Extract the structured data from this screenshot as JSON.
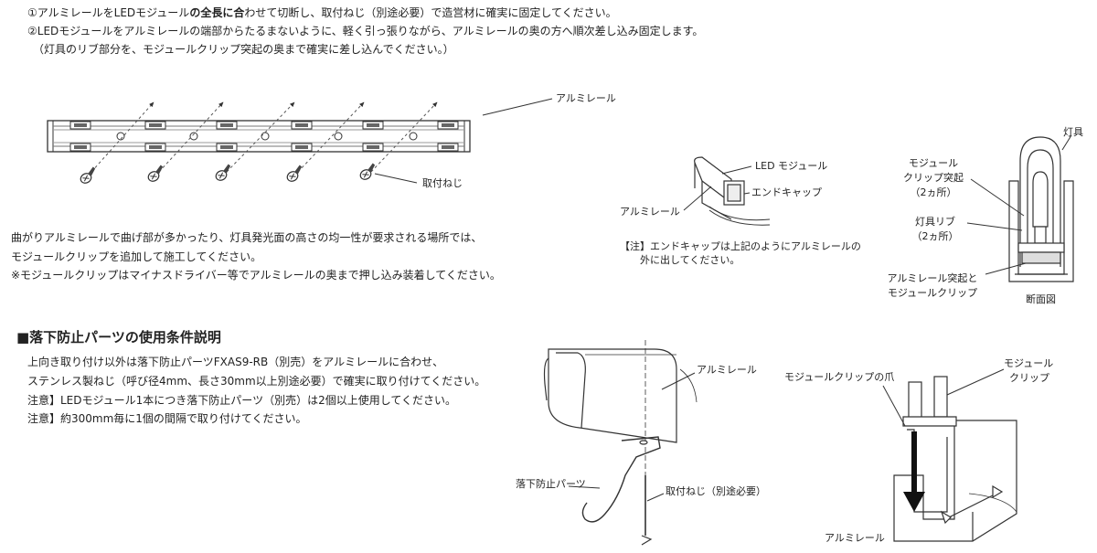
{
  "instructions": {
    "line1_a": "①アルミレールをLEDモジュール",
    "line1_b": "の全長に合",
    "line1_c": "わせて切断し、取付ねじ（別途必要）で造営材に確実に固定してください。",
    "line2": "②LEDモジュールをアルミレールの端部からたるまないように、軽く引っ張りながら、アルミレールの奥の方へ順次差し込み固定します。",
    "line3": "（灯具のリブ部分を、モジュールクリップ突起の奥まで確実に差し込んでください。）"
  },
  "rail_figure": {
    "rail_label": "アルミレール",
    "screw_label": "取付ねじ"
  },
  "curve_note": {
    "line1": "曲がりアルミレールで曲げ部が多かったり、灯具発光面の高さの均一性が要求される場所では、",
    "line2": "モジュールクリップを追加して施工してください。",
    "line3": "※モジュールクリップはマイナスドライバー等でアルミレールの奥まで押し込み装着してください。"
  },
  "endcap_figure": {
    "led_module": "LED モジュール",
    "end_cap": "エンドキャップ",
    "rail": "アルミレール",
    "note_line1": "【注】エンドキャップは上記のようにアルミレールの",
    "note_line2": "外に出してください。"
  },
  "section_figure": {
    "fixture": "灯具",
    "clip_line1": "モジュール",
    "clip_line2": "クリップ突起",
    "clip_line3": "（2ヵ所）",
    "rib_line1": "灯具リブ",
    "rib_line2": "（2ヵ所）",
    "bottom_line1": "アルミレール突起と",
    "bottom_line2": "モジュールクリップ",
    "caption": "断面図"
  },
  "fall_section": {
    "heading": "■落下防止パーツの使用条件説明",
    "line1": "上向き取り付け以外は落下防止パーツFXAS9-RB（別売）をアルミレールに合わせ、",
    "line2": "ステンレス製ねじ（呼び径4mm、長さ30mm以上別途必要）で確実に取り付けてください。",
    "line3": "注意】LEDモジュール1本につき落下防止パーツ（別売）は2個以上使用してください。",
    "line4": "注意】約300mm毎に1個の間隔で取り付けてください。"
  },
  "fall_figure": {
    "rail": "アルミレール",
    "part": "落下防止パーツ",
    "screw": "取付ねじ（別途必要）"
  },
  "clip_figure": {
    "claw": "モジュールクリップの爪",
    "clip_line1": "モジュール",
    "clip_line2": "クリップ",
    "rail": "アルミレール"
  }
}
